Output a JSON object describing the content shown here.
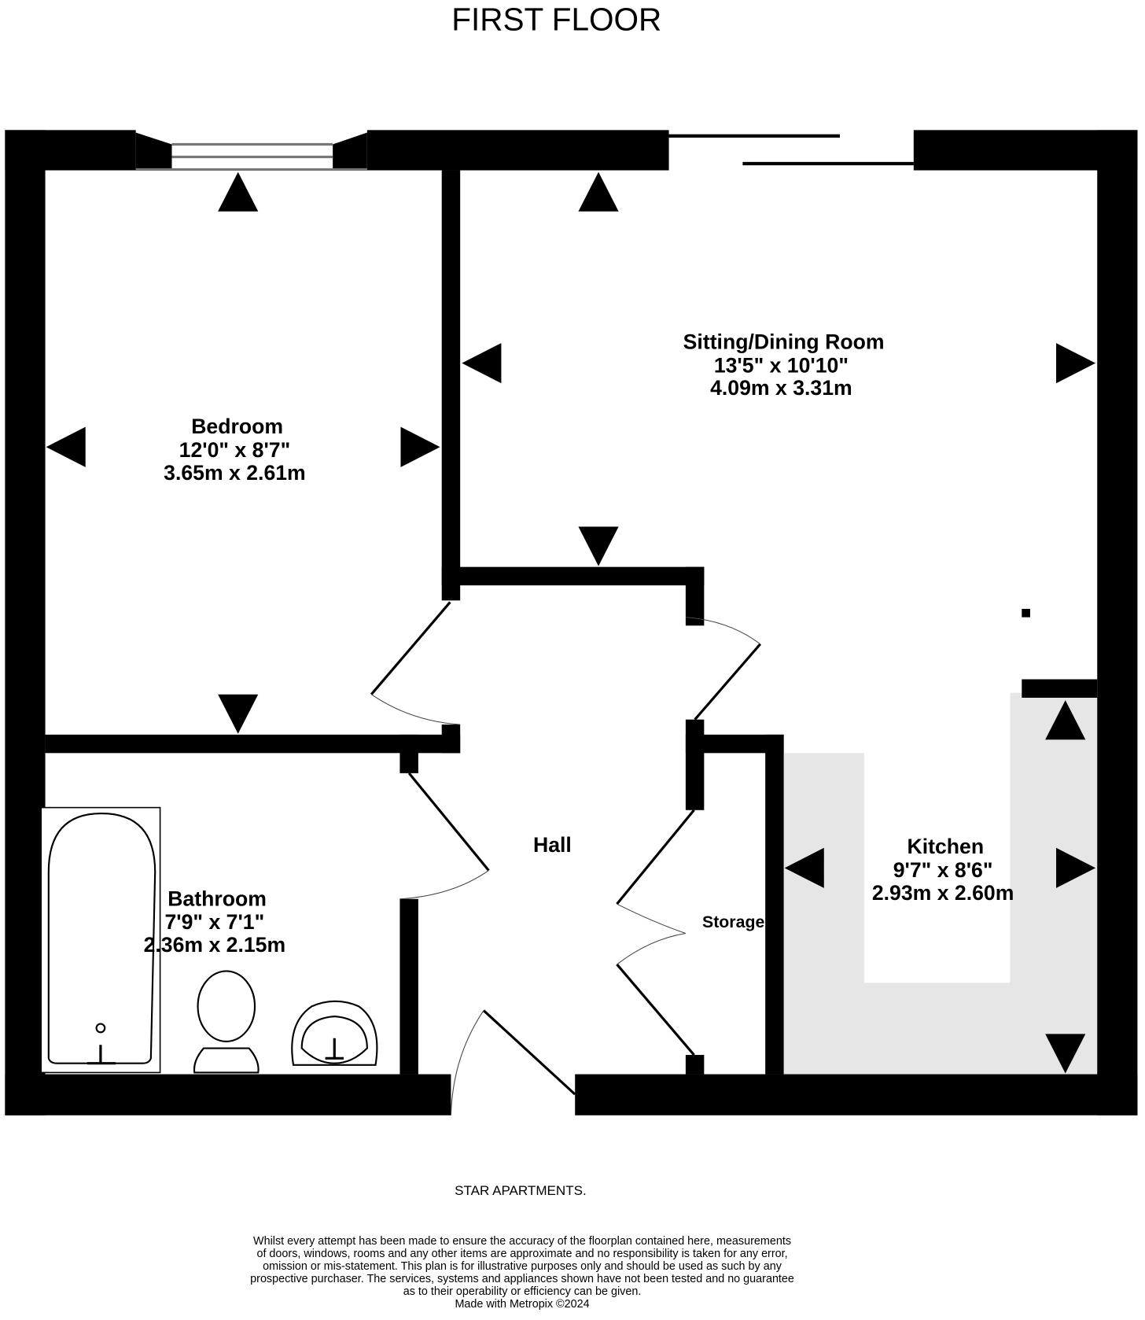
{
  "title": "FIRST FLOOR",
  "rooms": {
    "bedroom": {
      "name": "Bedroom",
      "imperial": "12'0\"  x 8'7\"",
      "metric": "3.65m  x 2.61m"
    },
    "sitting": {
      "name": "Sitting/Dining Room",
      "imperial": "13'5\"  x 10'10\"",
      "metric": "4.09m  x 3.31m"
    },
    "bathroom": {
      "name": "Bathroom",
      "imperial": "7'9\"  x 7'1\"",
      "metric": "2.36m  x 2.15m"
    },
    "kitchen": {
      "name": "Kitchen",
      "imperial": "9'7\"  x 8'6\"",
      "metric": "2.93m  x 2.60m"
    },
    "hall": {
      "name": "Hall"
    },
    "storage": {
      "name": "Storage"
    }
  },
  "colors": {
    "wall": "#000000",
    "kitchen_floor": "#e6e6e6"
  },
  "footer": {
    "company": "STAR APARTMENTS.",
    "disclaimer": [
      "Whilst every attempt has been made to ensure the accuracy of the floorplan contained here, measurements",
      "of doors, windows, rooms and any other items are approximate and no responsibility is taken for any error,",
      "omission or mis-statement. This plan is for illustrative purposes only and should be used as such by any",
      "prospective purchaser. The services, systems and appliances shown have not been tested and no guarantee",
      "as to their operability or efficiency can be given."
    ],
    "credit": "Made with Metropix ©2024"
  }
}
